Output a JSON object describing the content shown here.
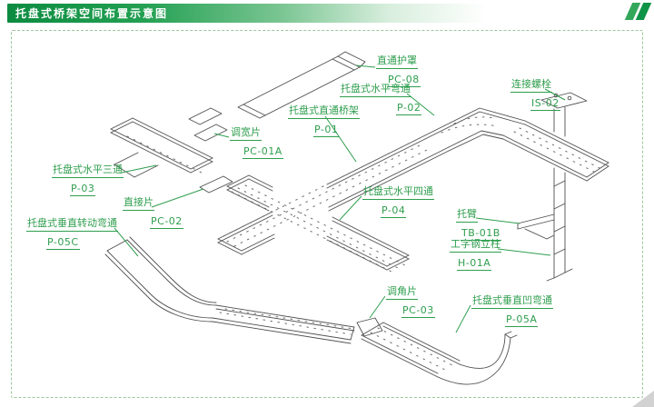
{
  "header": {
    "title": "托盘式桥架空间布置示意图",
    "logo_icon": "double-slash-icon"
  },
  "colors": {
    "header_green": "#0c8c41",
    "label_green": "#2f9e4e",
    "drawing_line": "#4f4f4f",
    "frame_border": "#9cc79c"
  },
  "diagram": {
    "type": "isometric-cable-tray-layout"
  },
  "labels": [
    {
      "name": "直通护罩",
      "code": "PC-08"
    },
    {
      "name": "托盘式水平弯通",
      "code": "P-02"
    },
    {
      "name": "托盘式直通桥架",
      "code": "P-01"
    },
    {
      "name": "连接螺栓",
      "code": "IS-02"
    },
    {
      "name": "调宽片",
      "code": "PC-01A"
    },
    {
      "name": "托盘式水平三通",
      "code": "P-03"
    },
    {
      "name": "直接片",
      "code": "PC-02"
    },
    {
      "name": "托盘式水平四通",
      "code": "P-04"
    },
    {
      "name": "托臂",
      "code": "TB-01B"
    },
    {
      "name": "工字钢立柱",
      "code": "H-01A"
    },
    {
      "name": "托盘式垂直转动弯通",
      "code": "P-05C"
    },
    {
      "name": "调角片",
      "code": "PC-03"
    },
    {
      "name": "托盘式垂直凹弯通",
      "code": "P-05A"
    }
  ]
}
